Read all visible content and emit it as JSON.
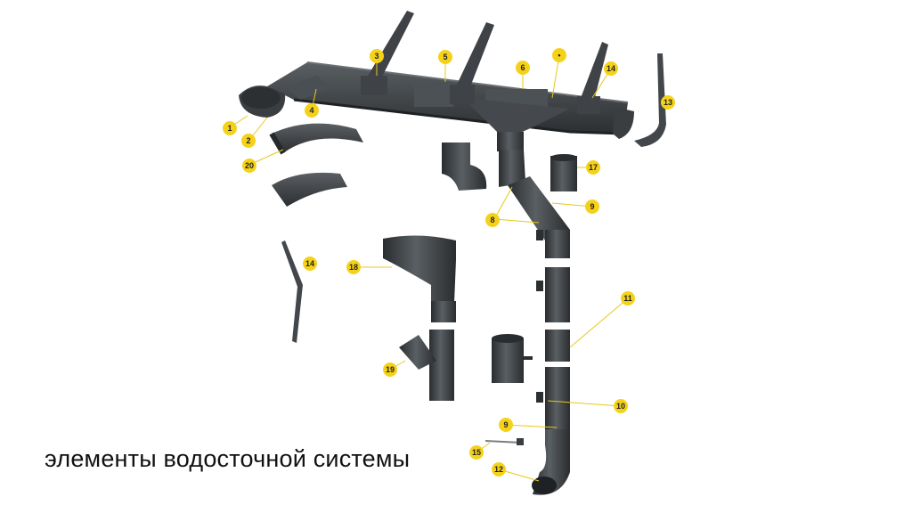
{
  "caption": "элементы водосточной системы",
  "colors": {
    "part": "#3b3f42",
    "part_light": "#5b6064",
    "part_dark": "#26292b",
    "callout": "#f5d21a",
    "leader": "#e8c81a"
  },
  "callouts": [
    {
      "id": "c1",
      "label": "1"
    },
    {
      "id": "c2",
      "label": "2"
    },
    {
      "id": "c20",
      "label": "20"
    },
    {
      "id": "c4",
      "label": "4"
    },
    {
      "id": "c3",
      "label": "3"
    },
    {
      "id": "c5",
      "label": "5"
    },
    {
      "id": "c6",
      "label": "6"
    },
    {
      "id": "cdot",
      "label": "•"
    },
    {
      "id": "c14a",
      "label": "14"
    },
    {
      "id": "c13",
      "label": "13"
    },
    {
      "id": "c17",
      "label": "17"
    },
    {
      "id": "c9a",
      "label": "9"
    },
    {
      "id": "c8",
      "label": "8"
    },
    {
      "id": "c14b",
      "label": "14"
    },
    {
      "id": "c18",
      "label": "18"
    },
    {
      "id": "c11",
      "label": "11"
    },
    {
      "id": "c19",
      "label": "19"
    },
    {
      "id": "c10",
      "label": "10"
    },
    {
      "id": "c9b",
      "label": "9"
    },
    {
      "id": "c15",
      "label": "15"
    },
    {
      "id": "c12",
      "label": "12"
    }
  ]
}
